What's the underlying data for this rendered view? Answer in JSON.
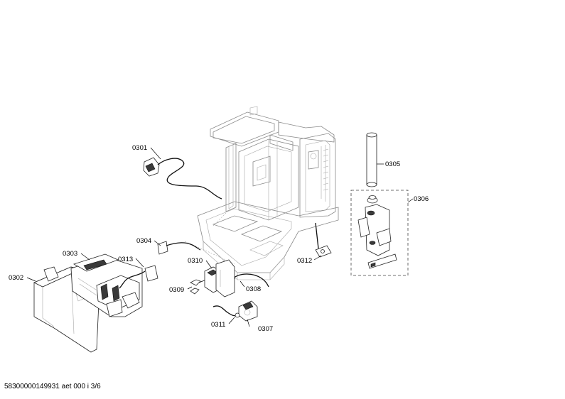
{
  "labels": {
    "p0301": "0301",
    "p0302": "0302",
    "p0303": "0303",
    "p0304": "0304",
    "p0305": "0305",
    "p0306": "0306",
    "p0307": "0307",
    "p0308": "0308",
    "p0309": "0309",
    "p0310": "0310",
    "p0311": "0311",
    "p0312": "0312",
    "p0313": "0313"
  },
  "footer": {
    "text": "58300000149931 aet 000 i 3/6"
  }
}
